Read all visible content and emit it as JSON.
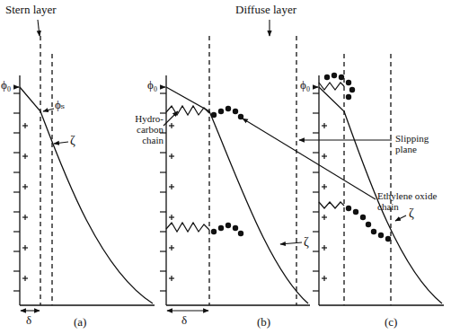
{
  "diagram": {
    "labels": [
      "Stern layer",
      "Diffuse layer",
      "ϕ₀",
      "ϕₛ",
      "ζ",
      "δ",
      "(a)",
      "ϕ₀",
      "Hydro- carbon chain",
      "Slipping plane",
      "Ethylene oxide chain",
      "ζ",
      "δ",
      "(b)",
      "ϕ₀",
      "ζ",
      "(c)"
    ]
  }
}
